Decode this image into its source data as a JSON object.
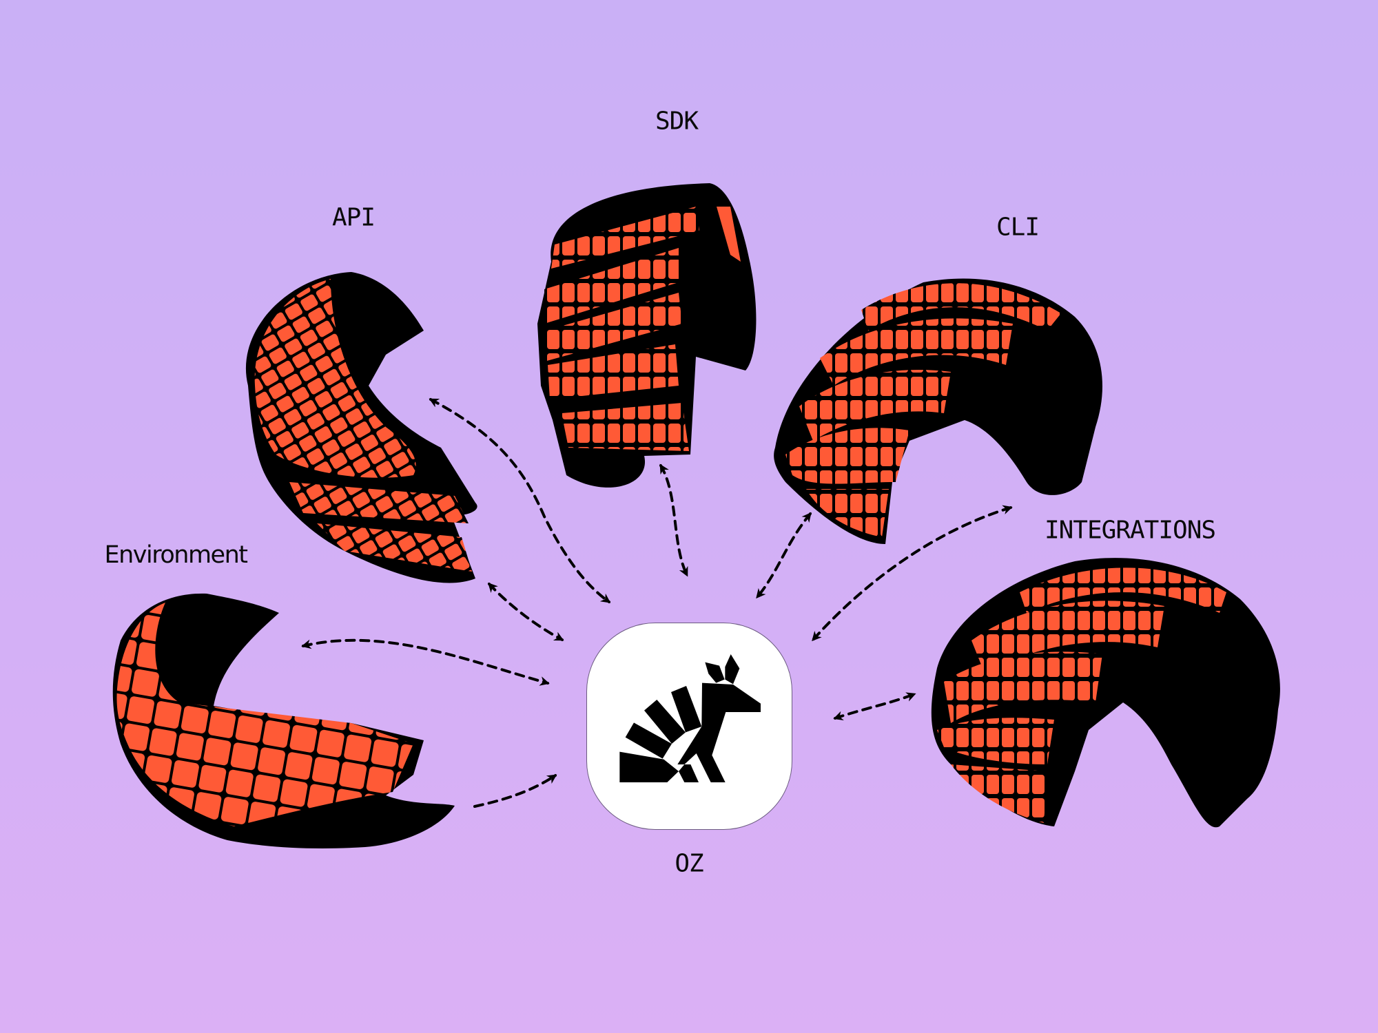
{
  "diagram": {
    "center": {
      "label": "OZ",
      "icon": "oz-logo-icon"
    },
    "nodes": [
      {
        "id": "sdk",
        "label": "SDK"
      },
      {
        "id": "api",
        "label": "API"
      },
      {
        "id": "cli",
        "label": "CLI"
      },
      {
        "id": "integrations",
        "label": "INTEGRATIONS"
      },
      {
        "id": "environment",
        "label": "Environment"
      }
    ],
    "connections": [
      {
        "from": "api",
        "to": "oz",
        "direction": "bidirectional"
      },
      {
        "from": "sdk",
        "to": "oz",
        "direction": "bidirectional"
      },
      {
        "from": "cli",
        "to": "oz",
        "direction": "bidirectional"
      },
      {
        "from": "integrations",
        "to": "oz",
        "direction": "bidirectional"
      },
      {
        "from": "environment",
        "to": "oz",
        "direction": "bidirectional"
      }
    ]
  },
  "colors": {
    "background_top": "#cab0f6",
    "background_bottom": "#dbb0f5",
    "shell_orange": "#ff5a36",
    "ink": "#000000",
    "hub": "#ffffff"
  }
}
